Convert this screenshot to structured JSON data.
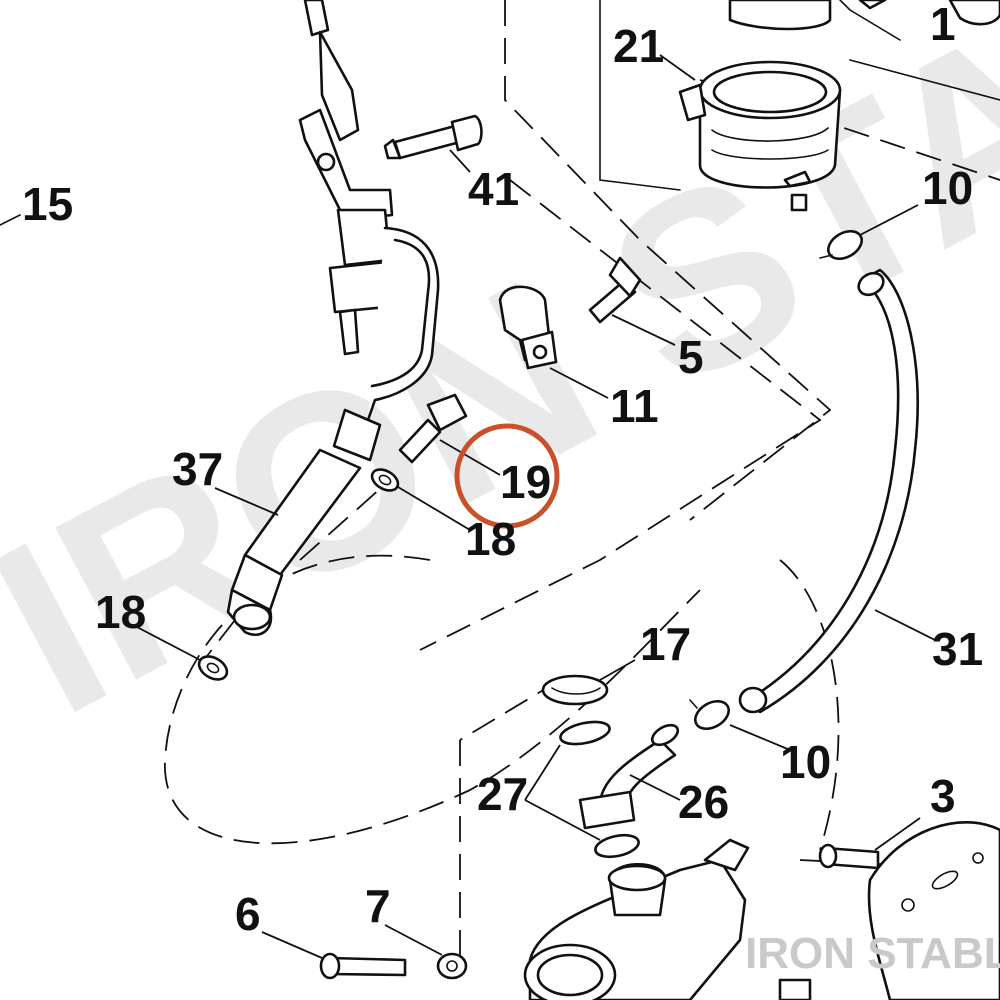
{
  "watermark": {
    "text": "IRON STABLE",
    "brand_text": "IRON STABLE"
  },
  "highlight": {
    "color": "#c8512a"
  },
  "callouts": [
    {
      "id": "1",
      "text": "1"
    },
    {
      "id": "21",
      "text": "21"
    },
    {
      "id": "41",
      "text": "41"
    },
    {
      "id": "15",
      "text": "15"
    },
    {
      "id": "10a",
      "text": "10"
    },
    {
      "id": "5",
      "text": "5"
    },
    {
      "id": "11",
      "text": "11"
    },
    {
      "id": "19",
      "text": "19"
    },
    {
      "id": "18a",
      "text": "18"
    },
    {
      "id": "37",
      "text": "37"
    },
    {
      "id": "18b",
      "text": "18"
    },
    {
      "id": "17",
      "text": "17"
    },
    {
      "id": "31",
      "text": "31"
    },
    {
      "id": "10b",
      "text": "10"
    },
    {
      "id": "27",
      "text": "27"
    },
    {
      "id": "26",
      "text": "26"
    },
    {
      "id": "3",
      "text": "3"
    },
    {
      "id": "6",
      "text": "6"
    },
    {
      "id": "7",
      "text": "7"
    }
  ]
}
